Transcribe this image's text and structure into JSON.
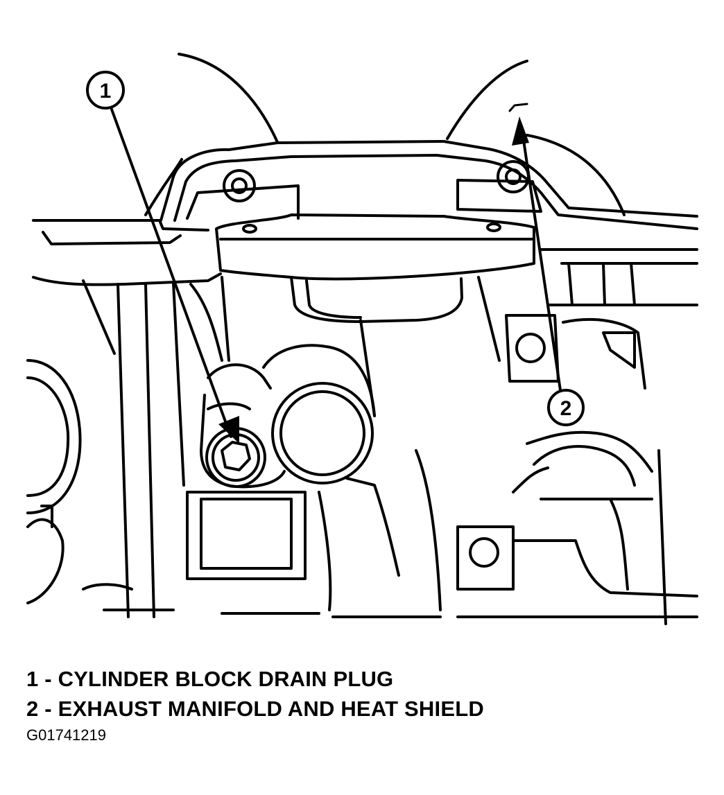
{
  "diagram": {
    "callouts": [
      {
        "number": "1",
        "target": "cylinder-block-drain-plug"
      },
      {
        "number": "2",
        "target": "exhaust-manifold-heat-shield"
      }
    ]
  },
  "legend": {
    "items": [
      "1 - CYLINDER BLOCK DRAIN PLUG",
      "2 - EXHAUST MANIFOLD AND HEAT SHIELD"
    ]
  },
  "figure_id": "G01741219"
}
